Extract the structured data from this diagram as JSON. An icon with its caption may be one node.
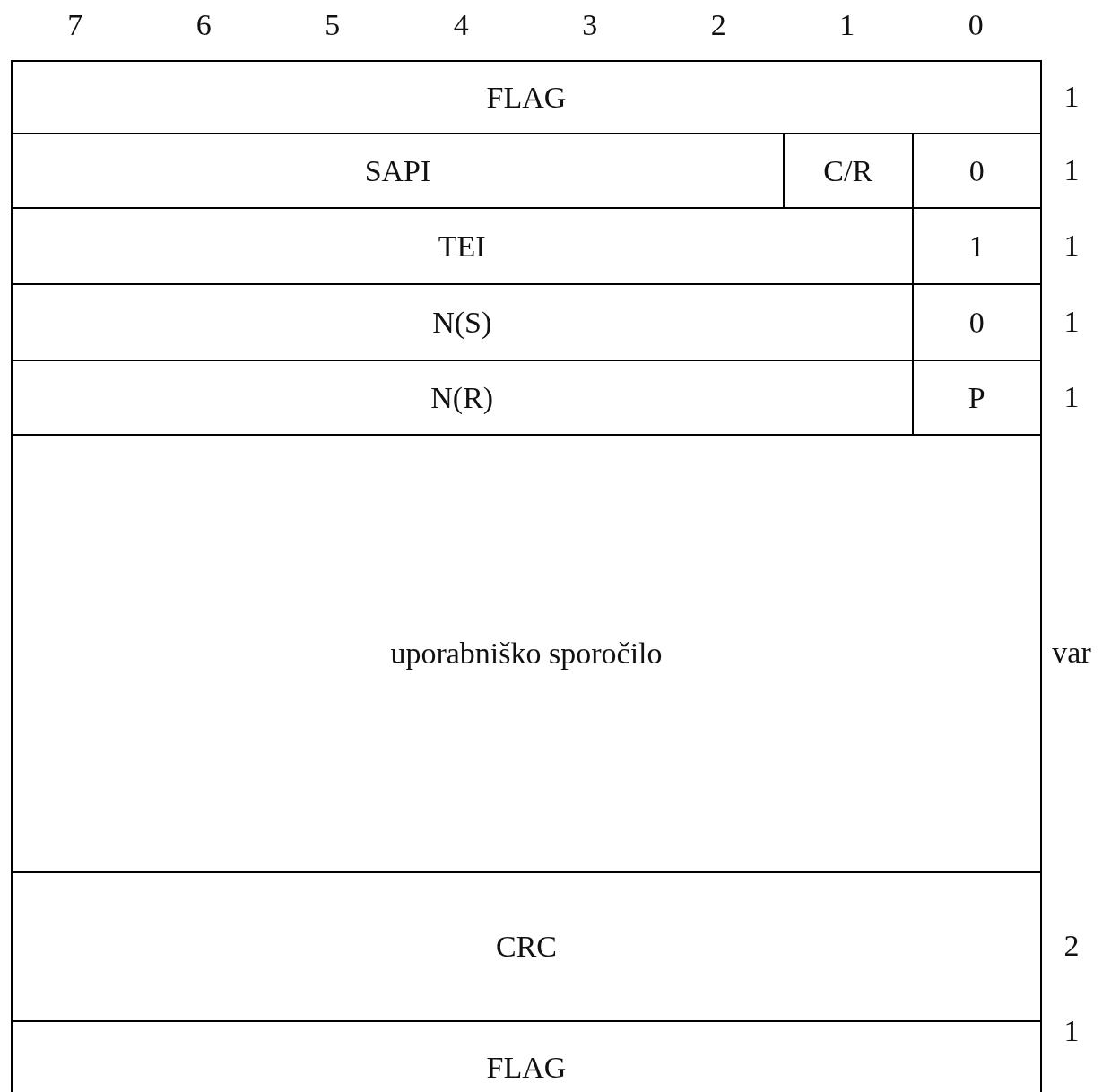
{
  "diagram": {
    "nodes": [
      {
        "text": [
          "FLAG"
        ]
      },
      {
        "text": [
          "SAPI"
        ]
      },
      {
        "text": [
          "C/R"
        ]
      },
      {
        "text": [
          "0"
        ]
      },
      {
        "text": [
          "TEI"
        ]
      },
      {
        "text": [
          "1"
        ]
      },
      {
        "text": [
          "N(S)"
        ]
      },
      {
        "text": [
          "0"
        ]
      },
      {
        "text": [
          "N(R)"
        ]
      },
      {
        "text": [
          "P"
        ]
      },
      {
        "text": [
          "uporabniško sporočilo"
        ]
      },
      {
        "text": [
          "CRC"
        ]
      },
      {
        "text": [
          "FLAG"
        ]
      }
    ],
    "labels": [
      "7",
      "6",
      "5",
      "4",
      "3",
      "2",
      "1",
      "0",
      "1",
      "1",
      "1",
      "1",
      "1",
      "var",
      "2",
      "1"
    ]
  }
}
